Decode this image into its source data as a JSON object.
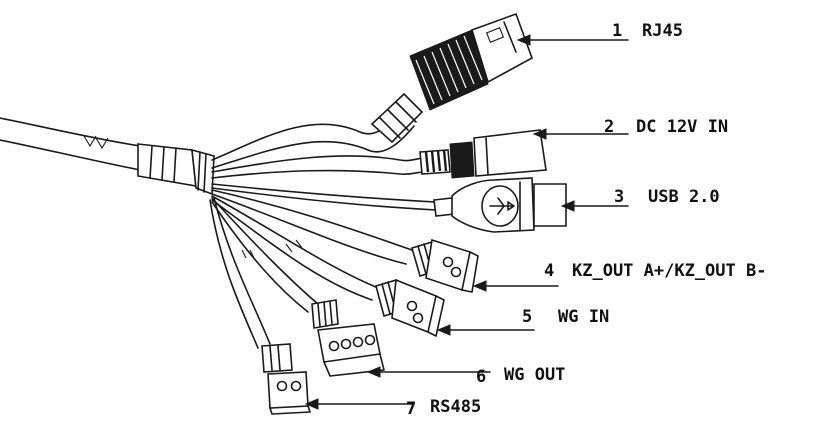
{
  "connectors": [
    {
      "number": "1",
      "name": "RJ45"
    },
    {
      "number": "2",
      "name": "DC 12V IN"
    },
    {
      "number": "3",
      "name": "USB 2.0"
    },
    {
      "number": "4",
      "name": "KZ_OUT A+/KZ_OUT B-"
    },
    {
      "number": "5",
      "name": "WG IN"
    },
    {
      "number": "6",
      "name": "WG OUT"
    },
    {
      "number": "7",
      "name": "RS485"
    }
  ],
  "colors": {
    "ink": "#1a1a1a",
    "background": "#ffffff"
  }
}
